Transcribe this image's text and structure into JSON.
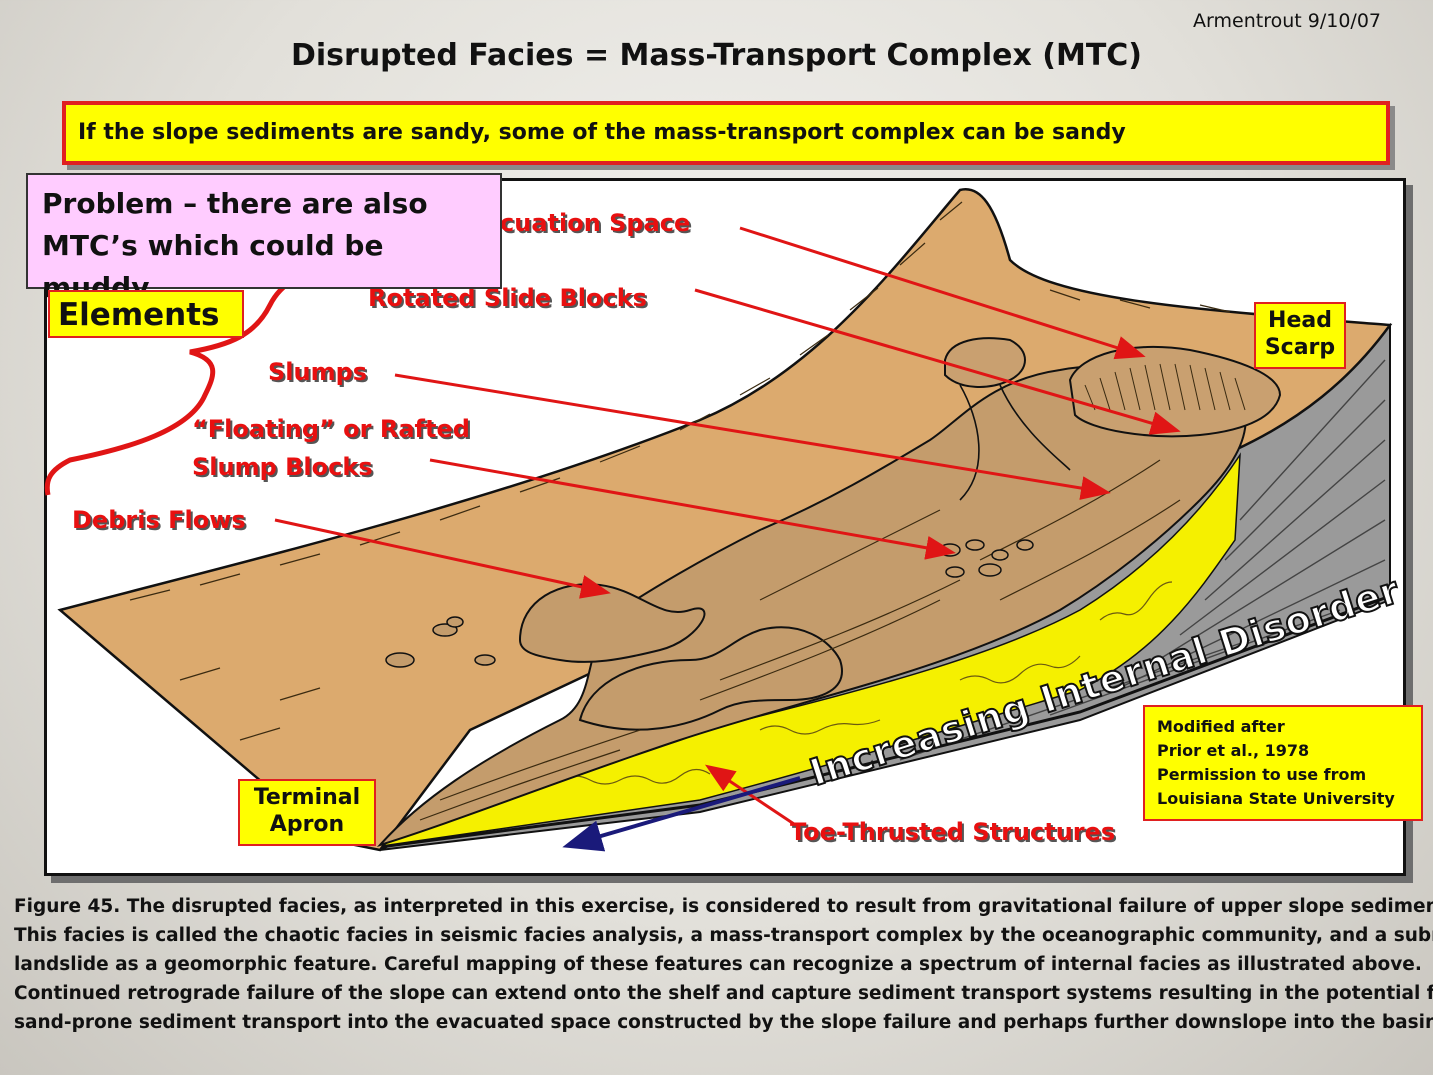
{
  "author_date": "Armentrout 9/10/07",
  "title": "Disrupted Facies = Mass-Transport Complex (MTC)",
  "banner": "If the slope sediments are sandy, some of the mass-transport complex can be sandy",
  "problem_box": {
    "lines": [
      "Problem – there are also",
      "MTC’s which could be muddy."
    ]
  },
  "elements_label": "Elements",
  "labels": {
    "evacuation_space": "cuation Space",
    "rotated_slide_blocks": "Rotated Slide Blocks",
    "slumps": "Slumps",
    "rafted_line1": "“Floating” or Rafted",
    "rafted_line2": "Slump Blocks",
    "debris_flows": "Debris Flows",
    "toe_thrusted": "Toe-Thrusted Structures",
    "disorder": "Increasing Internal Disorder"
  },
  "head_scarp": [
    "Head",
    "Scarp"
  ],
  "terminal_apron": [
    "Terminal",
    "Apron"
  ],
  "credit": [
    "Modified after",
    "Prior et al., 1978",
    "Permission to use from",
    "Louisiana State University"
  ],
  "caption": [
    "Figure 45.  The disrupted facies, as interpreted in this exercise, is considered to result from gravitational failure of upper slope sediments.",
    "This facies is called the chaotic facies in seismic facies analysis, a mass-transport complex by the oceanographic community, and a submarine",
    "landslide as a geomorphic feature.  Careful mapping of these features can recognize a spectrum of internal facies as illustrated above.",
    "Continued retrograde failure of the slope can extend onto the shelf and capture sediment transport systems resulting in the potential for",
    "sand-prone sediment transport into the evacuated space constructed by the slope failure and perhaps further downslope into the basin."
  ],
  "colors": {
    "slope": "#dcaa6e",
    "sediment": "#c49c6c",
    "sand_layer": "#f5f000",
    "strata": "#9a9a9a",
    "arrow_red": "#e01515",
    "arrow_blue": "#1a1a7a"
  }
}
